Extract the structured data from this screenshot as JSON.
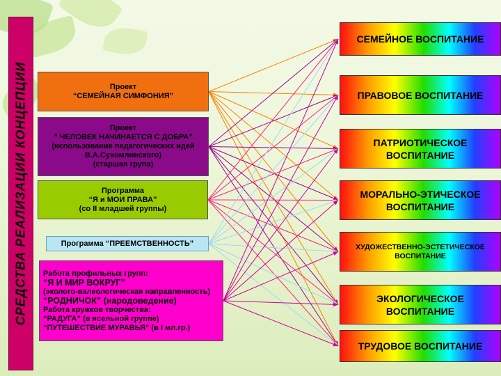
{
  "side_label": "СРЕДСТВА РЕАЛИЗАЦИИ КОНЦЕПЦИИ",
  "sources": [
    {
      "lines": [
        "Проект",
        "“СЕМЕЙНАЯ СИМФОНИЯ”"
      ],
      "color": "#f07010"
    },
    {
      "lines": [
        "Проект",
        "” ЧЕЛОВЕК НАЧИНАЕТСЯ С ДОБРА”",
        "(использование педагогических идей",
        "В.А.Сухомлинского)",
        "(старшая група)"
      ],
      "color": "#8a0a8a"
    },
    {
      "lines": [
        "Программа",
        "“Я и МОИ ПРАВА”",
        "(со II младшей группы)"
      ],
      "color": "#99cc00"
    },
    {
      "lines": [
        "Программа “ПРЕЕМСТВЕННОСТЬ”"
      ],
      "color": "#b8e6f5"
    },
    {
      "lines": [
        "Работа профильных групп:",
        "“Я И МИР ВОКРУГ”",
        "(эколого-валеологическая направленность)",
        "“РОДНИЧОК” (народоведение)",
        "Работа кружков творчества:",
        "“РАДУГА” (в ясельной группе)",
        "“ПУТЕШЕСТВИЕ МУРАВЬЯ” (в I мл.гр.)"
      ],
      "color": "#ff00cc"
    }
  ],
  "targets": [
    {
      "lines": [
        "СЕМЕЙНОЕ ВОСПИТАНИЕ"
      ]
    },
    {
      "lines": [
        "ПРАВОВОЕ ВОСПИТАНИЕ"
      ]
    },
    {
      "lines": [
        "ПАТРИОТИЧЕСКОЕ",
        "ВОСПИТАНИЕ"
      ]
    },
    {
      "lines": [
        "МОРАЛЬНО-ЭТИЧЕСКОЕ",
        "ВОСПИТАНИЕ"
      ]
    },
    {
      "lines": [
        "ХУДОЖЕСТВЕННО-ЭСТЕТИЧЕСКОЕ",
        "ВОСПИТАНИЕ"
      ]
    },
    {
      "lines": [
        "ЭКОЛОГИЧЕСКОЕ",
        "ВОСПИТАНИЕ"
      ]
    },
    {
      "lines": [
        "ТРУДОВОЕ ВОСПИТАНИЕ"
      ]
    }
  ],
  "connections": [
    {
      "from": 0,
      "to": [
        0,
        1,
        2,
        3,
        4,
        5,
        6
      ],
      "color": "#ff8000"
    },
    {
      "from": 1,
      "to": [
        0,
        1,
        2,
        3,
        4,
        5,
        6
      ],
      "color": "#990099"
    },
    {
      "from": 2,
      "to": [
        0,
        1,
        2,
        3,
        4,
        5,
        6
      ],
      "color": "#ff2080"
    },
    {
      "from": 3,
      "to": [
        0,
        1,
        2,
        3,
        4,
        5,
        6
      ],
      "color": "#a0d8f0"
    },
    {
      "from": 4,
      "to": [
        0,
        1,
        2,
        3,
        4,
        5,
        6
      ],
      "color": "#cc0099"
    }
  ]
}
